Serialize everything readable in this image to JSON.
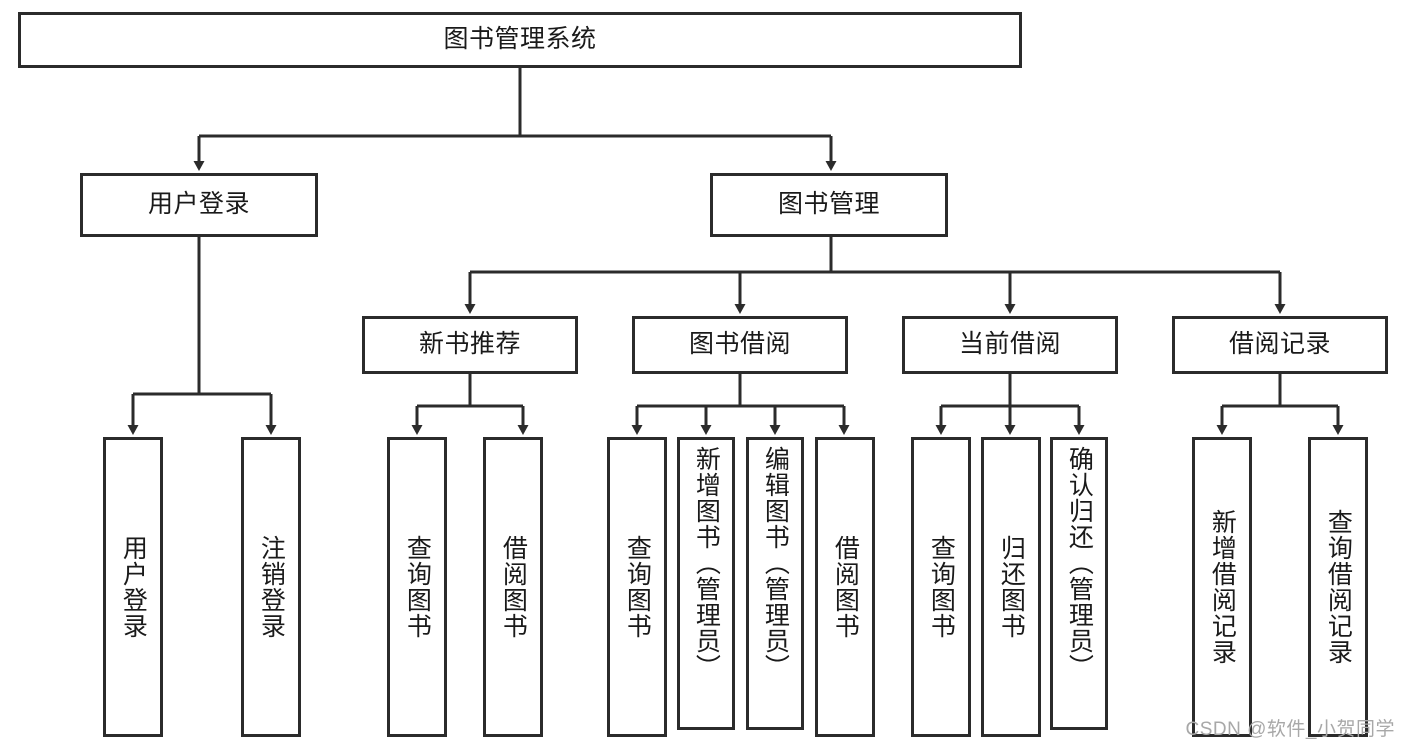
{
  "diagram": {
    "title": "图书管理系统",
    "watermark": "CSDN @软件_小贺同学",
    "stroke_color": "#2b2b2b",
    "text_color": "#1a1a1a",
    "background": "#ffffff",
    "root": {
      "label": "图书管理系统"
    },
    "level2": [
      {
        "label": "用户登录"
      },
      {
        "label": "图书管理"
      }
    ],
    "level3": [
      {
        "label": "新书推荐"
      },
      {
        "label": "图书借阅"
      },
      {
        "label": "当前借阅"
      },
      {
        "label": "借阅记录"
      }
    ],
    "leaves": [
      {
        "label": "用户登录"
      },
      {
        "label": "注销登录"
      },
      {
        "label": "查询图书"
      },
      {
        "label": "借阅图书"
      },
      {
        "label": "查询图书"
      },
      {
        "label": "新增图书（管理员）"
      },
      {
        "label": "编辑图书（管理员）"
      },
      {
        "label": "借阅图书"
      },
      {
        "label": "查询图书"
      },
      {
        "label": "归还图书"
      },
      {
        "label": "确认归还（管理员）"
      },
      {
        "label": "新增借阅记录"
      },
      {
        "label": "查询借阅记录"
      }
    ]
  }
}
